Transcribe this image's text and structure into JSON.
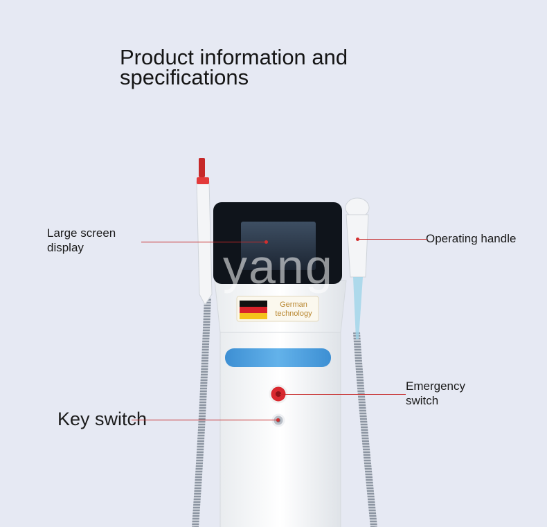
{
  "header": {
    "title": "Product information and\nspecifications"
  },
  "callouts": {
    "large_screen": "Large screen\ndisplay",
    "operating_handle": "Operating handle",
    "emergency_switch": "Emergency\nswitch",
    "key_switch": "Key switch"
  },
  "badge": {
    "text": "German\ntechnology"
  },
  "watermark": "yang",
  "colors": {
    "background": "#e6e9f3",
    "leader_line": "#c62828",
    "accent_bar": "#4a9ddc",
    "emergency_button": "#d9282f"
  }
}
